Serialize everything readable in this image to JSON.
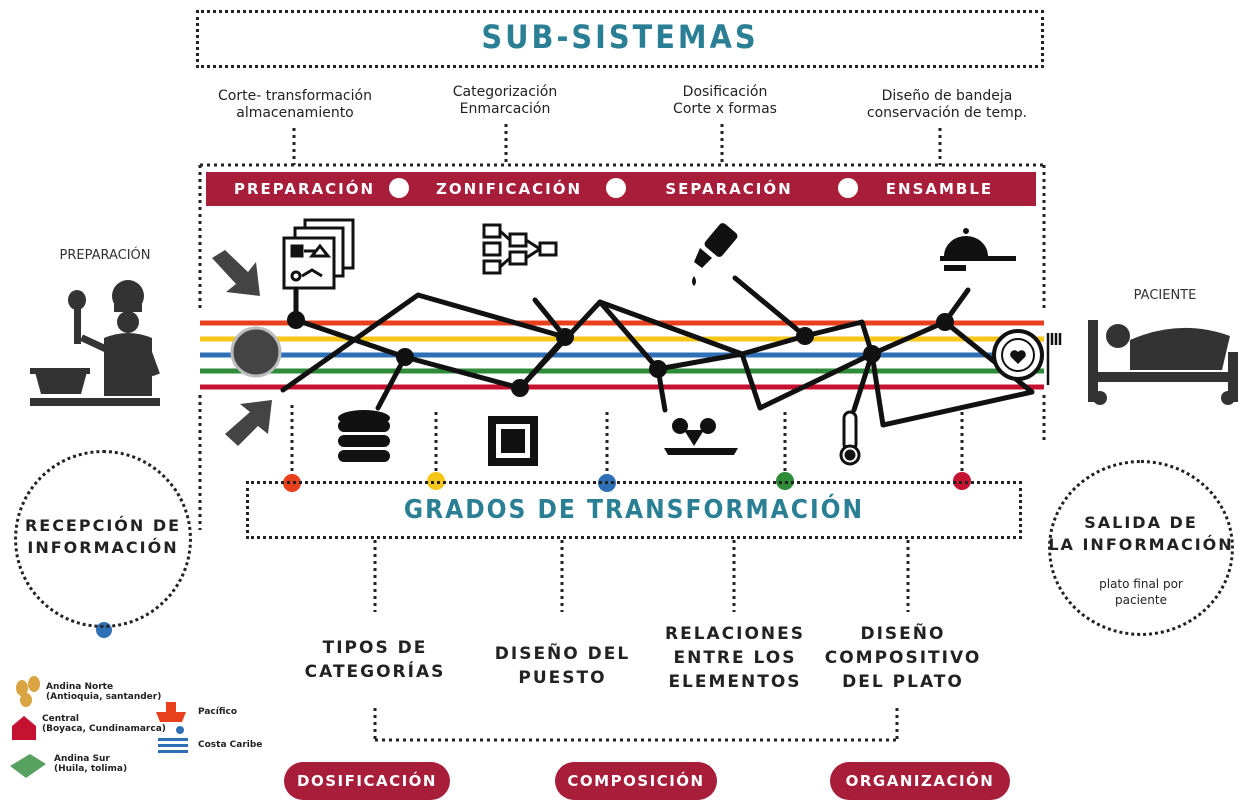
{
  "header": {
    "title": "SUB-SISTEMAS"
  },
  "subsystems": [
    {
      "line1": "Corte- transformación",
      "line2": "almacenamiento"
    },
    {
      "line1": "Categorización",
      "line2": "Enmarcación"
    },
    {
      "line1": "Dosificación",
      "line2": "Corte x formas"
    },
    {
      "line1": "Diseño de bandeja",
      "line2": "conservación de temp."
    }
  ],
  "phases": [
    "PREPARACIÓN",
    "ZONIFICACIÓN",
    "SEPARACIÓN",
    "ENSAMBLE"
  ],
  "left": {
    "label": "PREPARACIÓN",
    "circle_line1": "RECEPCIÓN DE",
    "circle_line2": "INFORMACIÓN"
  },
  "right": {
    "label": "PACIENTE",
    "circle_line1": "SALIDA DE",
    "circle_line2": "LA INFORMACIÓN",
    "circle_note1": "plato final por",
    "circle_note2": "paciente"
  },
  "grados": {
    "title": "GRADOS DE TRANSFORMACIÓN"
  },
  "categories": [
    {
      "line1": "TIPOS DE",
      "line2": "CATEGORÍAS"
    },
    {
      "line1": "DISEÑO DEL",
      "line2": "PUESTO"
    },
    {
      "line1": "RELACIONES",
      "line2": "ENTRE LOS",
      "line3": "ELEMENTOS"
    },
    {
      "line1": "DISEÑO",
      "line2": "COMPOSITIVO",
      "line3": "DEL PLATO"
    }
  ],
  "pills": [
    "DOSIFICACIÓN",
    "COMPOSICIÓN",
    "ORGANIZACIÓN"
  ],
  "legend": {
    "andina_norte_1": "Andina Norte",
    "andina_norte_2": "(Antioquia, santander)",
    "central_1": "Central",
    "central_2": "(Boyaca, Cundinamarca)",
    "andina_sur_1": "Andina Sur",
    "andina_sur_2": "(Huila, tolima)",
    "pacifico": "Pacífico",
    "caribe": "Costa Caribe"
  },
  "colors": {
    "accent": "#a71d3a",
    "title": "#2a7f95",
    "stripes": [
      "#e8401c",
      "#f5c518",
      "#2f6fb5",
      "#2e8b3a",
      "#c41230"
    ]
  }
}
